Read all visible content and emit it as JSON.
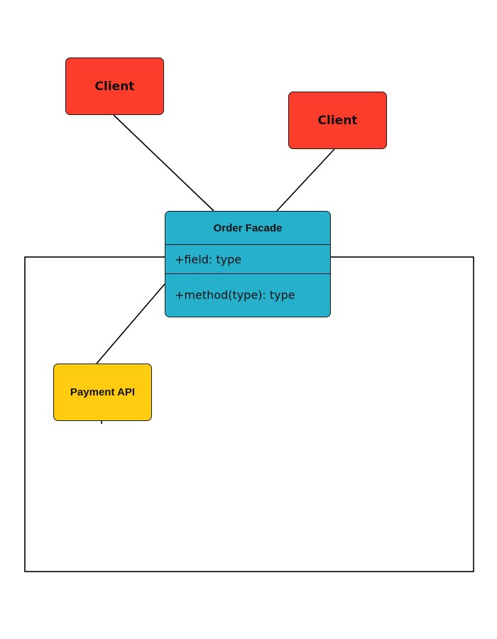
{
  "colors": {
    "client": "#fc3d2b",
    "facade": "#27b0cc",
    "subsystem": "#ffcc0f",
    "line": "#000000"
  },
  "clients": [
    {
      "label": "Client"
    },
    {
      "label": "Client"
    }
  ],
  "facade": {
    "name": "Order Facade",
    "field": "+field: type",
    "method": "+method(type): type"
  },
  "subsystem": {
    "label": "Payment API"
  }
}
